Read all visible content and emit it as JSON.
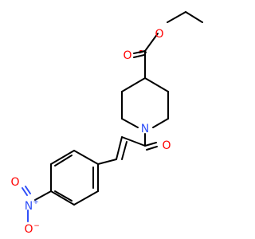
{
  "atoms": {
    "ester_o_carbonyl": "O",
    "ester_o_single": "O",
    "ring_n": "N",
    "amide_o": "O",
    "nitro_n": "N",
    "nitro_n_charge": "+",
    "nitro_o_top": "O",
    "nitro_o_bottom": "O",
    "nitro_o_bottom_charge": "−"
  },
  "colors": {
    "carbon": "#000000",
    "oxygen": "#ff0000",
    "nitrogen": "#3050f8"
  }
}
